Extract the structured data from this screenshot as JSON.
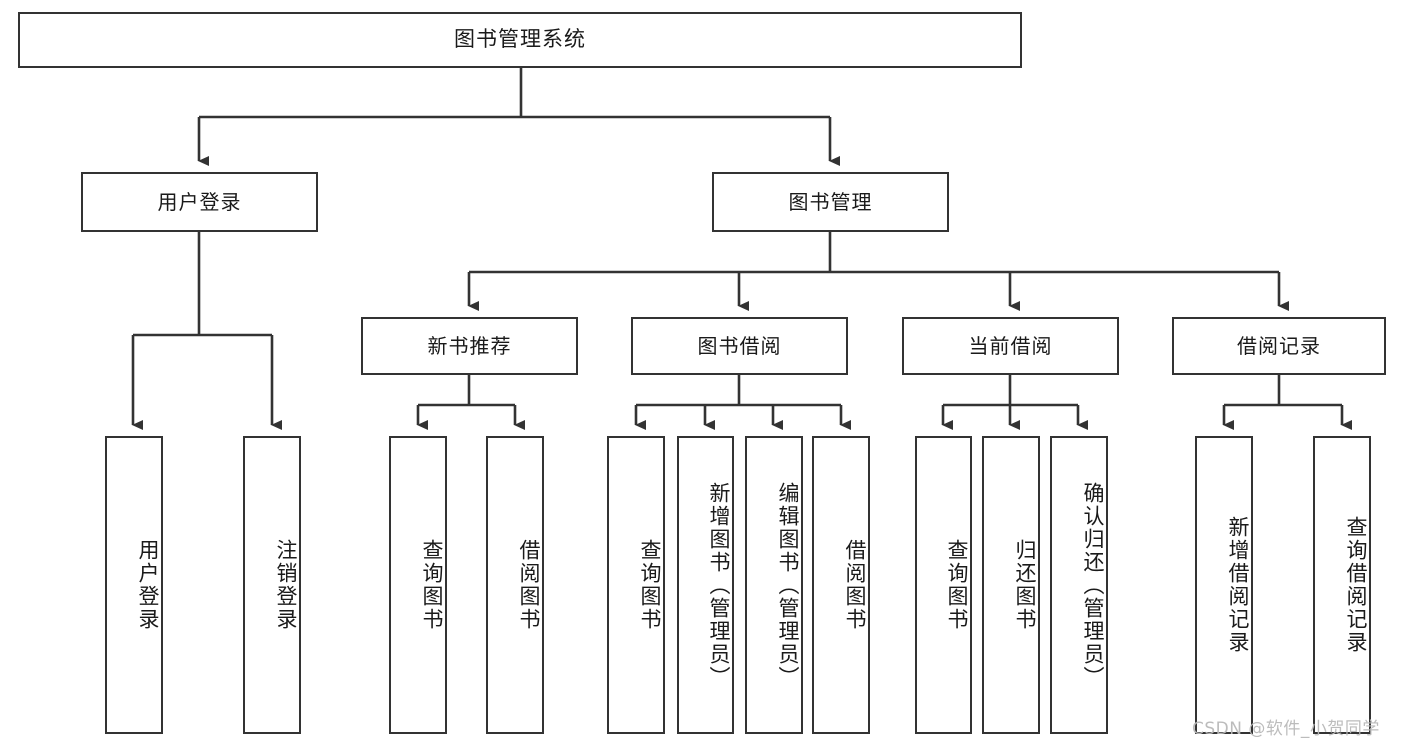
{
  "diagram": {
    "title": "图书管理系统",
    "root": {
      "label": "图书管理系统"
    },
    "level2": [
      {
        "label": "用户登录"
      },
      {
        "label": "图书管理"
      }
    ],
    "level3": [
      {
        "label": "新书推荐"
      },
      {
        "label": "图书借阅"
      },
      {
        "label": "当前借阅"
      },
      {
        "label": "借阅记录"
      }
    ],
    "leaves": {
      "user_login": [
        {
          "label": "用户登录"
        },
        {
          "label": "注销登录"
        }
      ],
      "new_book_recommend": [
        {
          "label": "查询图书"
        },
        {
          "label": "借阅图书"
        }
      ],
      "book_borrow": [
        {
          "label": "查询图书"
        },
        {
          "label": "新增图书（管理员）"
        },
        {
          "label": "编辑图书（管理员）"
        },
        {
          "label": "借阅图书"
        }
      ],
      "current_borrow": [
        {
          "label": "查询图书"
        },
        {
          "label": "归还图书"
        },
        {
          "label": "确认归还（管理员）"
        }
      ],
      "borrow_record": [
        {
          "label": "新增借阅记录"
        },
        {
          "label": "查询借阅记录"
        }
      ]
    }
  },
  "watermark": {
    "text": "CSDN @软件_小贺同学"
  },
  "colors": {
    "background": "#ffffff",
    "box_border": "#333333",
    "box_fill": "#ffffff",
    "text": "#1a1a1a",
    "connector": "#333333",
    "watermark": "#b9b9b9"
  }
}
